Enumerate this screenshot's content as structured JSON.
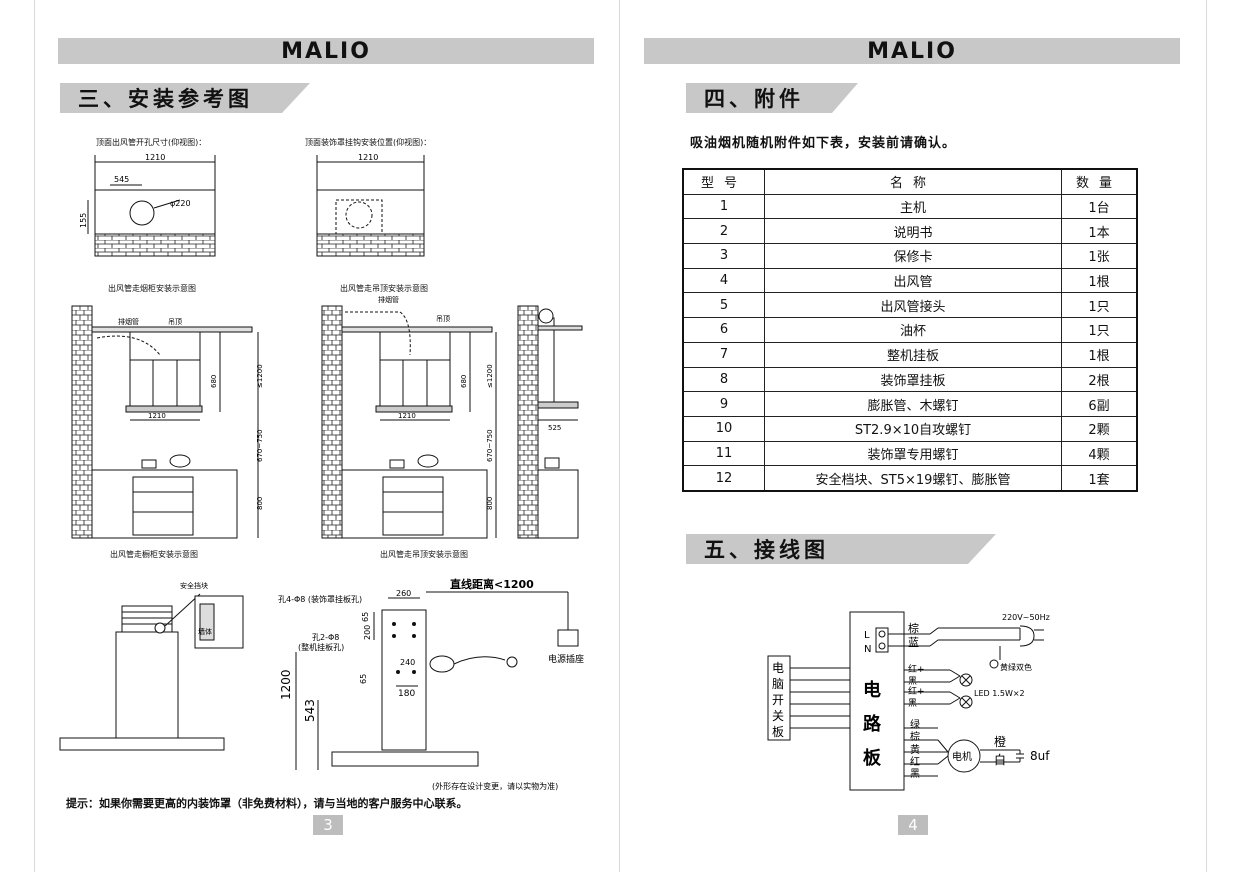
{
  "brand": "MALIO",
  "left_page": {
    "section_title": "三、安装参考图",
    "captions": {
      "top_left": "顶面出风管开孔尺寸(仰视图)：",
      "top_right": "顶面装饰罩挂钩安装位置(仰视图)：",
      "mid_left": "出风管走烟柜安装示意图",
      "mid_right": "出风管走吊顶安装示意图",
      "bottom_left": "出风管走橱柜安装示意图",
      "bottom_right": "出风管走吊顶安装示意图"
    },
    "dims": {
      "w1210": "1210",
      "d545": "545",
      "phi220": "φ220",
      "d155": "155",
      "d680": "680",
      "le1200": "≤1200",
      "r670_750": "670~750",
      "d800": "800",
      "d525": "525",
      "d260": "260",
      "d65": "65",
      "d200": "200",
      "d240": "240",
      "d180": "180",
      "d1200": "1200",
      "d543": "543"
    },
    "labels": {
      "chimney": "排烟管",
      "ceiling": "吊顶",
      "chimney2": "排烟管",
      "ceiling2": "吊顶",
      "safety_block": "安全挡块",
      "body": "墙体",
      "holes_4": "孔4-Φ8 (装饰罩挂板孔)",
      "holes_2a": "孔2-Φ8",
      "holes_2b": "(整机挂板孔)",
      "line_distance": "直线距离<1200",
      "socket": "电源插座",
      "disclaimer": "(外形存在设计变更，请以实物为准)"
    },
    "tip": "提示：如果你需要更高的内装饰罩（非免费材料），请与当地的客户服务中心联系。",
    "page_number": "3"
  },
  "right_page": {
    "section4_title": "四、附件",
    "intro": "吸油烟机随机附件如下表，安装前请确认。",
    "table": {
      "headers": [
        "型号",
        "名称",
        "数量"
      ],
      "rows": [
        [
          "1",
          "主机",
          "1台"
        ],
        [
          "2",
          "说明书",
          "1本"
        ],
        [
          "3",
          "保修卡",
          "1张"
        ],
        [
          "4",
          "出风管",
          "1根"
        ],
        [
          "5",
          "出风管接头",
          "1只"
        ],
        [
          "6",
          "油杯",
          "1只"
        ],
        [
          "7",
          "整机挂板",
          "1根"
        ],
        [
          "8",
          "装饰罩挂板",
          "2根"
        ],
        [
          "9",
          "膨胀管、木螺钉",
          "6副"
        ],
        [
          "10",
          "ST2.9×10自攻螺钉",
          "2颗"
        ],
        [
          "11",
          "装饰罩专用螺钉",
          "4颗"
        ],
        [
          "12",
          "安全档块、ST5×19螺钉、膨胀管",
          "1套"
        ]
      ]
    },
    "section5_title": "五、接线图",
    "wiring": {
      "switch_board": [
        "电",
        "脑",
        "开",
        "关",
        "板"
      ],
      "circuit_board": [
        "电",
        "路",
        "板"
      ],
      "L": "L",
      "N": "N",
      "brown": "棕",
      "blue": "蓝",
      "voltage": "220V~50Hz",
      "earth": "黄绿双色",
      "red1": "红+",
      "black1": "黑-",
      "red2": "红+",
      "black2": "黑-",
      "led": "LED 1.5W×2",
      "motor_wires": [
        "绿",
        "棕",
        "黄",
        "红",
        "黑"
      ],
      "motor": "电机",
      "orange": "橙",
      "white": "白",
      "cap": "8uf"
    },
    "page_number": "4"
  }
}
